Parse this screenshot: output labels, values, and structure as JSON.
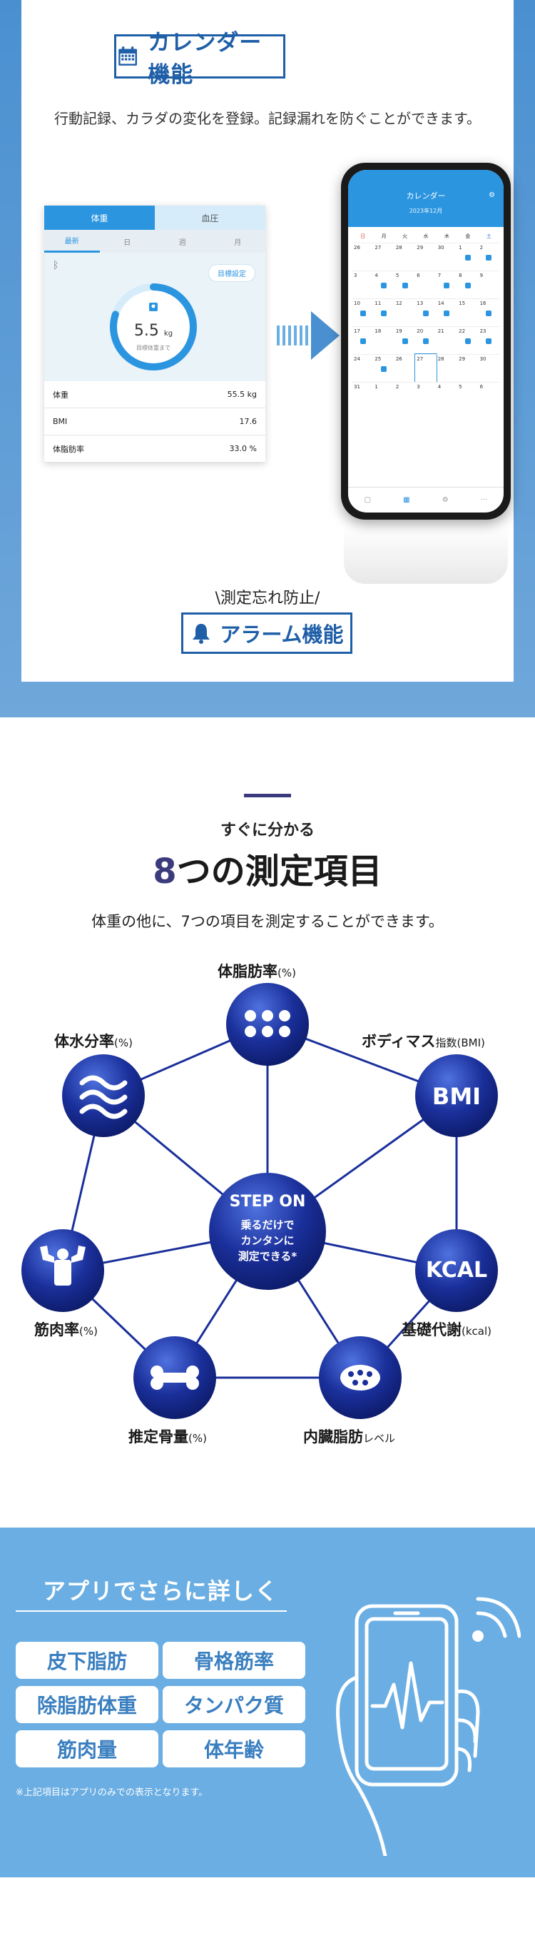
{
  "calendar_section": {
    "heading": "カレンダー機能",
    "description": "行動記録、カラダの変化を登録。記録漏れを防ぐことができます。",
    "app": {
      "tabs": [
        "体重",
        "血圧"
      ],
      "subtabs": [
        "最新",
        "日",
        "週",
        "月"
      ],
      "target_button": "目標設定",
      "gauge_value": "5.5",
      "gauge_unit": "kg",
      "gauge_caption": "目標体重まで",
      "gauge_fraction": 0.8,
      "rows": [
        {
          "label": "体重",
          "value": "55.5 kg"
        },
        {
          "label": "BMI",
          "value": "17.6"
        },
        {
          "label": "体脂肪率",
          "value": "33.0 %"
        }
      ]
    },
    "phone": {
      "title": "カレンダー",
      "month": "2023年12月",
      "weekdays": [
        "日",
        "月",
        "火",
        "水",
        "木",
        "金",
        "土"
      ],
      "days": [
        "26",
        "27",
        "28",
        "29",
        "30",
        "1",
        "2",
        "3",
        "4",
        "5",
        "6",
        "7",
        "8",
        "9",
        "10",
        "11",
        "12",
        "13",
        "14",
        "15",
        "16",
        "17",
        "18",
        "19",
        "20",
        "21",
        "22",
        "23",
        "24",
        "25",
        "26",
        "27",
        "28",
        "29",
        "30",
        "31",
        "1",
        "2",
        "3",
        "4",
        "5",
        "6"
      ]
    },
    "alarm_sub": "\\測定忘れ防止/",
    "alarm_label": "アラーム機能",
    "accent_color": "#1f5fa8"
  },
  "measure_section": {
    "kicker": "すぐに分かる",
    "title_num": "8",
    "title_rest": "つの測定項目",
    "description": "体重の他に、7つの項目を測定することができます。",
    "center": {
      "title": "STEP ON",
      "line1": "乗るだけで",
      "line2": "カンタンに",
      "line3": "測定できる*"
    },
    "nodes": [
      {
        "name": "体脂肪率",
        "unit": "(%)",
        "icon": "dots-icon"
      },
      {
        "name": "ボディマス",
        "unit": "指数(BMI)",
        "icon": "BMI"
      },
      {
        "name": "基礎代謝",
        "unit": "(kcal)",
        "icon": "KCAL"
      },
      {
        "name": "内臓脂肪",
        "unit": "レベル",
        "icon": "organ-dots-icon"
      },
      {
        "name": "推定骨量",
        "unit": "(%)",
        "icon": "bone-icon"
      },
      {
        "name": "筋肉率",
        "unit": "(%)",
        "icon": "muscle-icon"
      },
      {
        "name": "体水分率",
        "unit": "(%)",
        "icon": "water-waves-icon"
      }
    ],
    "node_color": "#1a2f9a"
  },
  "app_section": {
    "title": "アプリでさらに詳しく",
    "items": [
      "皮下脂肪",
      "骨格筋率",
      "除脂肪体重",
      "タンパク質",
      "筋肉量",
      "体年齢"
    ],
    "note": "※上記項目はアプリのみでの表示となります。",
    "bg_color": "#6aaee3"
  }
}
